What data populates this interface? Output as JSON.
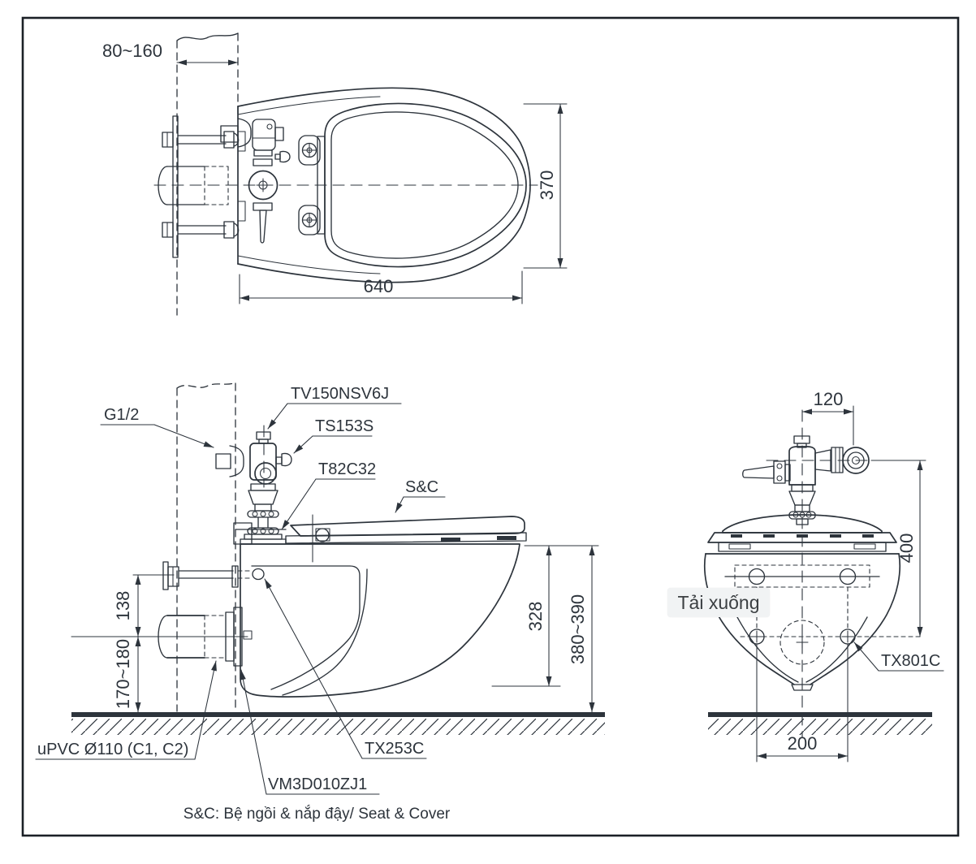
{
  "meta": {
    "colors": {
      "background": "#ffffff",
      "line": "#2d343c",
      "border": "#1b2026",
      "button_bg": "#f1f3f4",
      "button_fg": "#3c4043"
    }
  },
  "top_view": {
    "dim_wall_thickness": "80~160",
    "dim_seat_width": "370",
    "dim_depth": "640"
  },
  "side_view": {
    "label_supply_thread": "G1/2",
    "label_flush_valve": "TV150NSV6J",
    "label_stop_valve": "TS153S",
    "label_spud": "T82C32",
    "label_seat_cover": "S&C",
    "label_drain_pipe": "uPVC Ø110 (C1, C2)",
    "label_drain_connector": "VM3D010ZJ1",
    "label_fixing_bolt": "TX253C",
    "dim_bolt_to_drain": "138",
    "dim_drain_center_height": "170~180",
    "dim_rim_to_underside": "328",
    "dim_rim_height": "380~390"
  },
  "front_view": {
    "dim_valve_offset": "120",
    "dim_supply_above_bolts": "400",
    "dim_bolt_spacing": "200",
    "label_bolt_cap": "TX801C"
  },
  "footnote": "S&C: Bệ ngồi & nắp đậy/ Seat & Cover",
  "overlay": {
    "download_button_label": "Tải xuống"
  }
}
